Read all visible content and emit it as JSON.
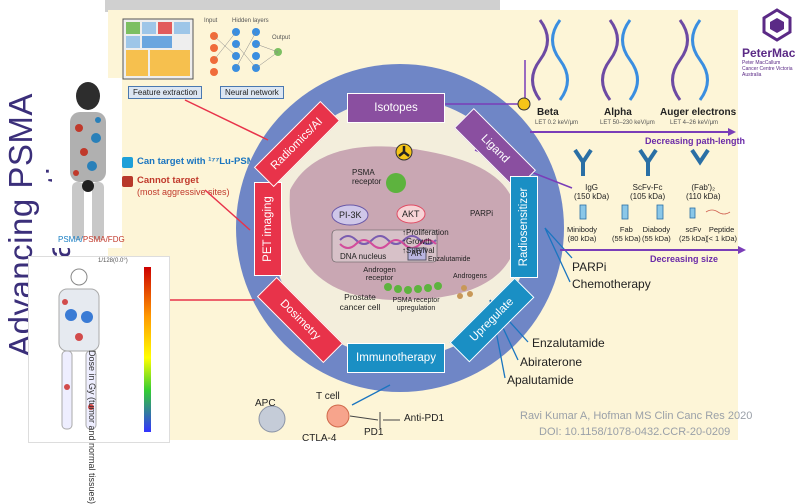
{
  "title": "Advancing PSMA theranostics",
  "logo": {
    "name": "PeterMac",
    "subtitle": "Peter MacCallum Cancer Centre Victoria Australia"
  },
  "legend": {
    "can_target": "Can target with ¹⁷⁷Lu-PSMA",
    "cannot_target": "Cannot target",
    "cannot_target_note": "(most aggressive sites)",
    "psma_fdg": "PSMA/FDG",
    "colors": {
      "can": "#1ea0d8",
      "cannot": "#b8392b"
    }
  },
  "dose_map": {
    "scale_label": "1/128(0.0°)",
    "caption": "Dose in Gy (tumor and normal tissues)"
  },
  "ai": {
    "feature_label": "Feature extraction",
    "network_label": "Neural network",
    "input": "Input",
    "hidden": "Hidden layers",
    "output": "Output"
  },
  "ring": {
    "isotopes": "Isotopes",
    "ligand": "Ligand",
    "radiosensitizer": "Radiosensitizer",
    "upregulate": "Upregulate",
    "immunotherapy": "Immunotherapy",
    "dosimetry": "Dosimetry",
    "pet_imaging": "PET imaging",
    "radiomics": "Radiomics/AI"
  },
  "cell": {
    "psma_receptor": "PSMA receptor",
    "pi3k": "PI-3K",
    "akt": "AKT",
    "parpi": "PARPi",
    "proliferation": "↑Proliferation",
    "growth": "↑Growth",
    "survival": "↑Survival",
    "dna_nucleus": "DNA nucleus",
    "ar": "AR",
    "enzalutamide": "Enzalutamide",
    "androgen_receptor": "Androgen receptor",
    "androgens": "Androgens",
    "prostate_cancer_cell": "Prostate cancer cell",
    "psma_upregulation": "PSMA receptor upregulation"
  },
  "isotopes": [
    {
      "name": "Beta",
      "let": "LET 0.2 keV/μm"
    },
    {
      "name": "Alpha",
      "let": "LET 50–230 keV/μm"
    },
    {
      "name": "Auger electrons",
      "let": "LET 4–26 keV/μm"
    }
  ],
  "path_length": "Decreasing path-length",
  "ligands": [
    {
      "name": "IgG",
      "kda": "(150 kDa)"
    },
    {
      "name": "ScFv-Fc",
      "kda": "(105 kDa)"
    },
    {
      "name": "(Fab')₂",
      "kda": "(110 kDa)"
    },
    {
      "name": "Minibody",
      "kda": "(80 kDa)"
    },
    {
      "name": "Fab",
      "kda": "(55 kDa)"
    },
    {
      "name": "Diabody",
      "kda": "(55 kDa)"
    },
    {
      "name": "scFv",
      "kda": "(25 kDa)"
    },
    {
      "name": "Peptide",
      "kda": "(< 1 kDa)"
    }
  ],
  "size_label": "Decreasing size",
  "radiosensitizers": [
    "PARPi",
    "Chemotherapy"
  ],
  "upregulators": [
    "Enzalutamide",
    "Abiraterone",
    "Apalutamide"
  ],
  "immune": {
    "apc": "APC",
    "tcell": "T cell",
    "ctla4": "CTLA-4",
    "pd1": "PD1",
    "antipd1": "Anti-PD1"
  },
  "citation": {
    "line1": "Ravi Kumar A, Hofman MS Clin Canc Res 2020",
    "line2": "DOI: 10.1158/1078-0432.CCR-20-0209"
  }
}
